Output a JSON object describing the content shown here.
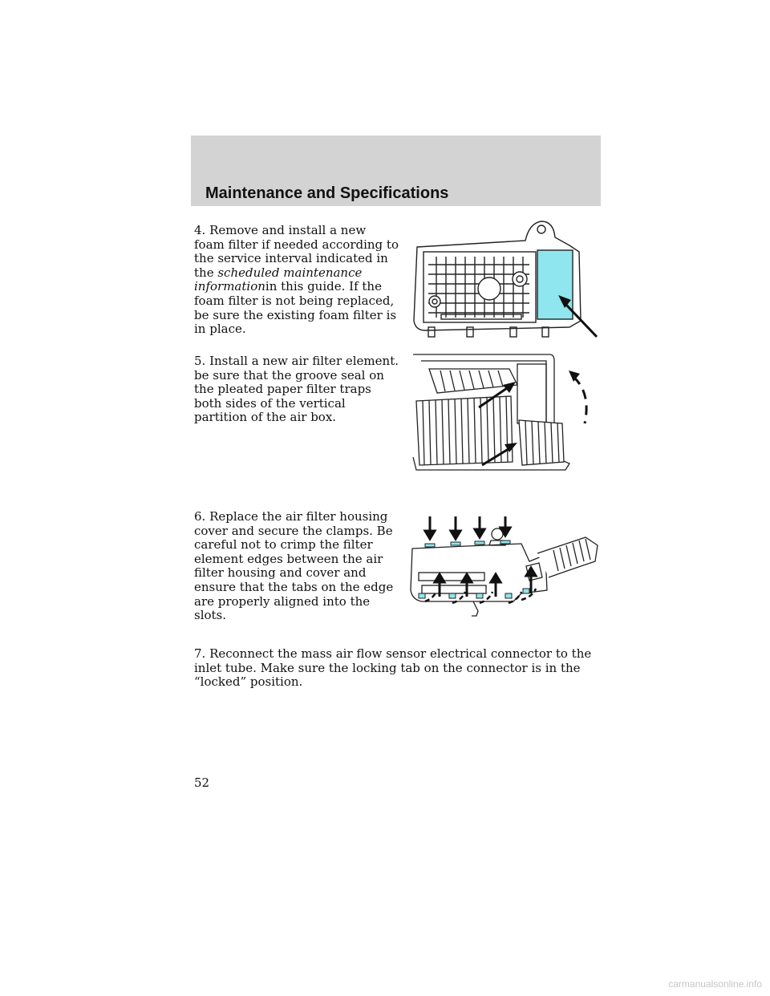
{
  "header": {
    "title": "Maintenance and Specifications"
  },
  "steps": [
    {
      "pre": "4. Remove and install a new foam filter if needed according to the service interval indicated in the ",
      "em": "scheduled maintenance information",
      "post": "in this guide. If the foam filter is not being replaced, be sure the existing foam filter is in place."
    },
    {
      "text": "5. Install a new air filter element. be sure that the groove seal on the pleated paper filter traps both sides of the vertical partition of the air box."
    },
    {
      "text": "6. Replace the air filter housing cover and secure the clamps. Be careful not to crimp the filter element edges between the air filter housing and cover and ensure that the tabs on the edge are properly aligned into the slots."
    },
    {
      "text": "7. Reconnect the mass air flow sensor electrical connector to the inlet tube. Make sure the locking tab on the connector is in the “locked” position."
    }
  ],
  "page_number": "52",
  "watermark": "carmanualsonline.info",
  "colors": {
    "header_band": "#d3d3d3",
    "foam_filter": "#8fe6ee"
  }
}
